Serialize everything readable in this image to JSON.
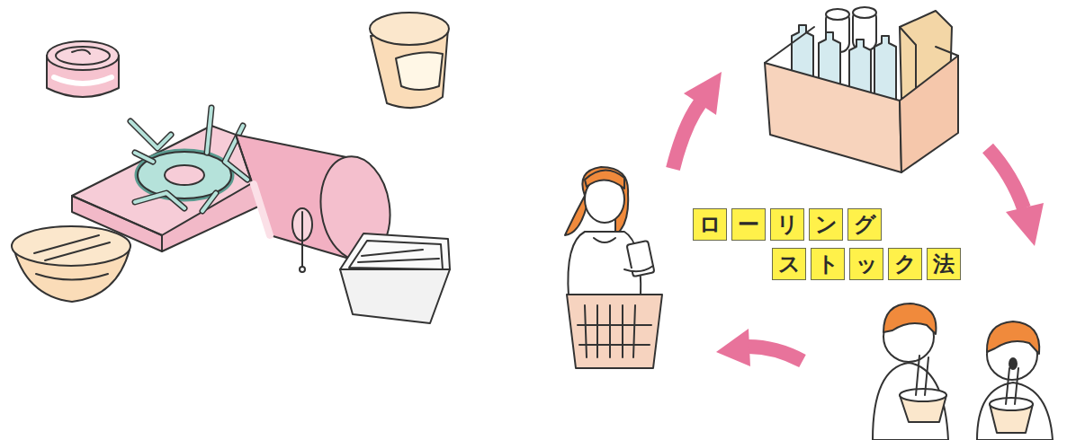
{
  "diagram": {
    "nodes": [
      {
        "text": [
          "ロ"
        ]
      },
      {
        "text": [
          "ー"
        ]
      },
      {
        "text": [
          "リ"
        ]
      },
      {
        "text": [
          "ン"
        ]
      },
      {
        "text": [
          "グ"
        ]
      },
      {
        "text": [
          "ス"
        ]
      },
      {
        "text": [
          "ト"
        ]
      },
      {
        "text": [
          "ッ"
        ]
      },
      {
        "text": [
          "ク"
        ]
      },
      {
        "text": [
          "法"
        ]
      }
    ]
  }
}
